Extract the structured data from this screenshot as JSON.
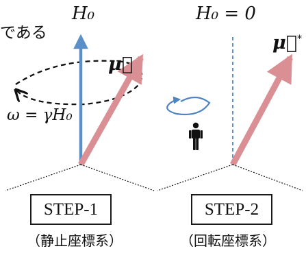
{
  "labels": {
    "h0_left": "H₀",
    "h0_right": "H₀ = 0",
    "mu_left": "μ⃗",
    "mu_right": "μ⃗",
    "mu_right_superscript": "*",
    "omega": "ω = γH₀",
    "top_text": "である",
    "step1": "STEP-1",
    "step2": "STEP-2",
    "frame1": "（静止座標系）",
    "frame2": "（回転座標系）"
  },
  "colors": {
    "field_arrow": "#5b8fc7",
    "magnetization_arrow": "#d98f93",
    "cone": "#111111",
    "rotation_arrow": "#4f84c3",
    "person": "#111111"
  },
  "icons": {
    "person": "person-icon"
  }
}
